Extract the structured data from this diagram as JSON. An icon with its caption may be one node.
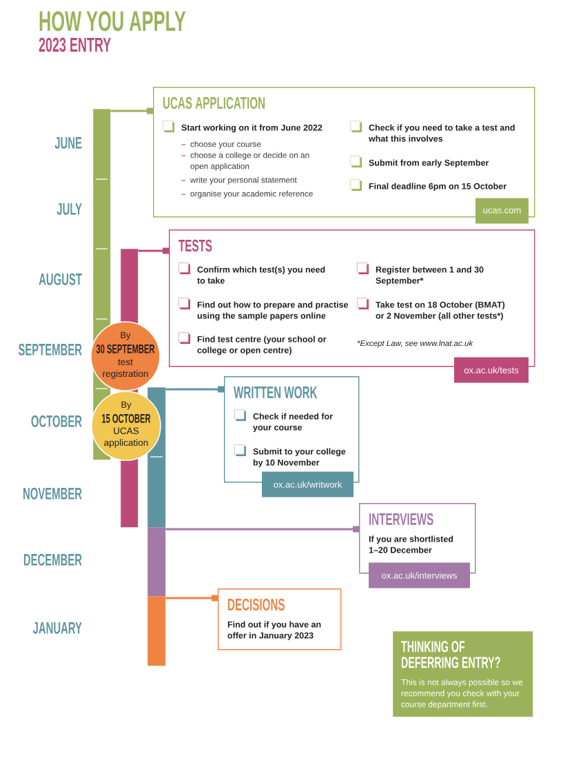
{
  "diagram": {
    "title": "HOW YOU APPLY",
    "nodes": [
      {
        "text": [],
        "shape": "bar"
      },
      {
        "text": [
          "UCAS APPLICATION",
          "Start working on it from June 2022",
          "choose your course",
          "choose a college or decide on an open application",
          "write your personal statement",
          "organise your academic reference",
          "Check if you need to take a test and what this involves",
          "Submit from early September",
          "Final deadline 6pm on 15 October"
        ]
      },
      {
        "text": [
          "ucas.com"
        ]
      },
      {
        "text": [],
        "shape": "bar"
      },
      {
        "text": [
          "TESTS",
          "Confirm which test(s) you need to take",
          "Find out how to prepare and practise using the sample papers online",
          "Find test centre (your school or college or open centre)",
          "Register between 1 and 30 September*",
          "Take test on 18 October (BMAT) or 2 November (all other tests*)",
          "*Except Law, see www.lnat.ac.uk"
        ]
      },
      {
        "text": [
          "ox.ac.uk/tests"
        ]
      },
      {
        "text": [
          "By",
          "30 SEPTEMBER",
          "test registration"
        ]
      },
      {
        "text": [
          "By",
          "15 OCTOBER",
          "UCAS application"
        ]
      },
      {
        "text": [],
        "shape": "bar"
      },
      {
        "text": [
          "WRITTEN WORK",
          "Check if needed for your course",
          "Submit to your college by 10 November"
        ]
      },
      {
        "text": [
          "ox.ac.uk/writwork"
        ]
      },
      {
        "text": [],
        "shape": "bar"
      },
      {
        "text": [
          "INTERVIEWS",
          "If you are shortlisted 1–20 December"
        ]
      },
      {
        "text": [
          "ox.ac.uk/interviews"
        ]
      },
      {
        "text": [],
        "shape": "bar"
      },
      {
        "text": [
          "DECISIONS",
          "Find out if you have an offer in January 2023"
        ]
      },
      {
        "text": [
          "THINKING OF DEFERRING ENTRY?",
          "This is not always possible so we recommend you check with your course department first."
        ]
      }
    ],
    "edges": [
      {
        "from": 0,
        "to": 1,
        "arrow": "other",
        "color": "#9cb25a"
      },
      {
        "from": 3,
        "to": 4,
        "arrow": "other",
        "color": "#bc4a79"
      },
      {
        "from": 8,
        "to": 9,
        "arrow": "other",
        "color": "#5e94a0"
      },
      {
        "from": 11,
        "to": 12,
        "arrow": "other",
        "color": "#a279a7"
      },
      {
        "from": 14,
        "to": 15,
        "arrow": "other",
        "color": "#ef8342"
      }
    ],
    "labels": [
      "2023 ENTRY",
      "JUNE",
      "JULY",
      "AUGUST",
      "SEPTEMBER",
      "OCTOBER",
      "NOVEMBER",
      "DECEMBER",
      "JANUARY"
    ]
  }
}
